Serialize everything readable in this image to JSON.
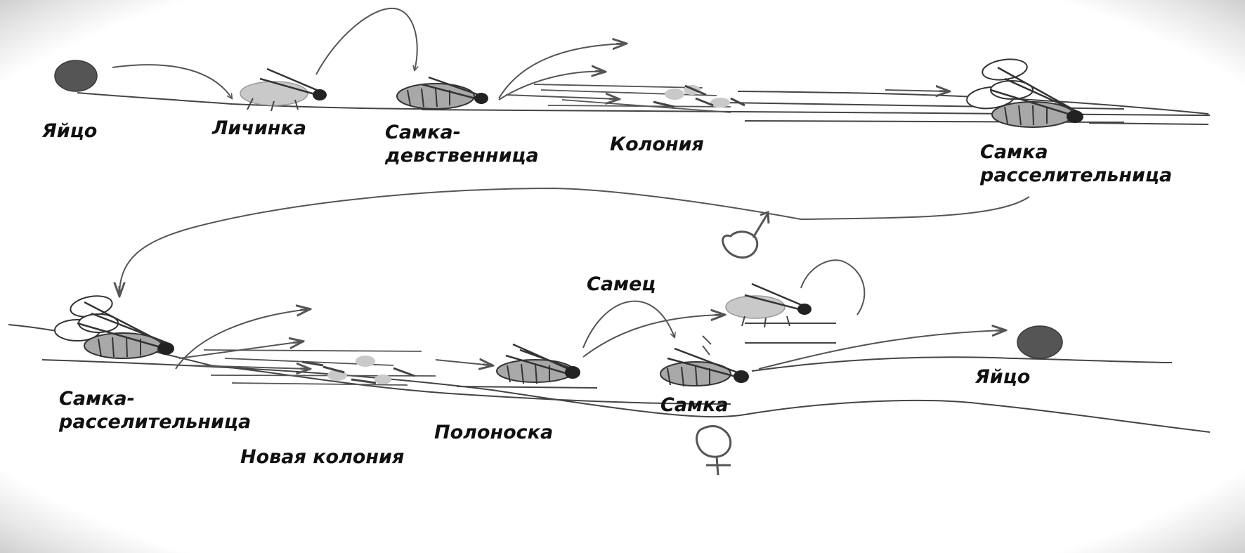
{
  "diagram": {
    "top_row": {
      "egg": "Яйцо",
      "larva": "Личинка",
      "virgin_female": "Самка-\nдевственница",
      "colony": "Колония",
      "disperser_female": "Самка\nрасселительница"
    },
    "bottom_row": {
      "disperser_female": "Самка-\nрасселительница",
      "new_colony": "Новая колония",
      "sexupara": "Полоноска",
      "male": "Самец",
      "female": "Самка",
      "egg": "Яйцо"
    },
    "symbols": {
      "male": "male-symbol",
      "female": "female-symbol"
    },
    "colors": {
      "ink": "#4a4a4a",
      "egg_fill": "#555555",
      "body_fill": "#a8a8a8",
      "light_fill": "#c9c9c9",
      "label": "#111111"
    }
  }
}
